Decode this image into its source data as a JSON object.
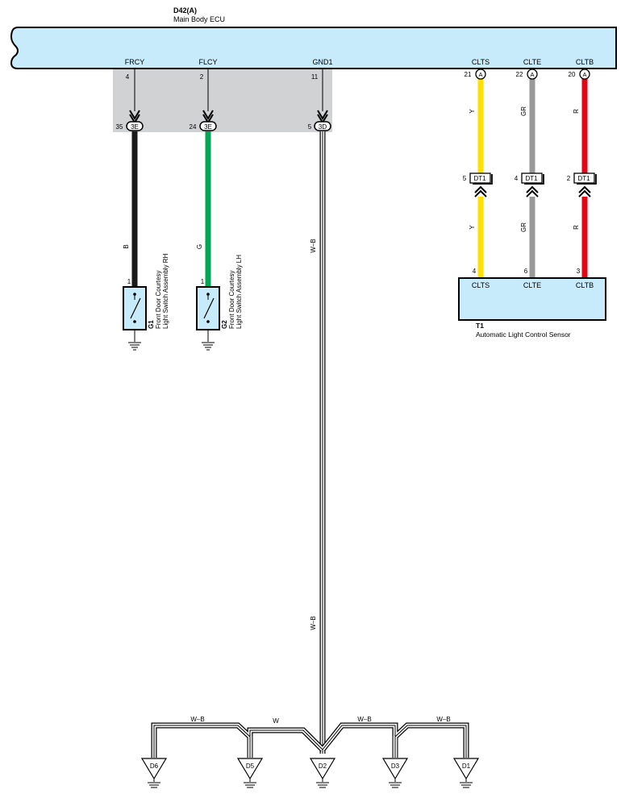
{
  "ecu": {
    "code": "D42(A)",
    "name": "Main Body ECU",
    "pins": [
      {
        "label": "FRCY",
        "num": "4"
      },
      {
        "label": "FLCY",
        "num": "2"
      },
      {
        "label": "GND1",
        "num": "11"
      },
      {
        "label": "CLTS",
        "num": "21",
        "conn": "A"
      },
      {
        "label": "CLTE",
        "num": "22",
        "conn": "A"
      },
      {
        "label": "CLTB",
        "num": "20",
        "conn": "A"
      }
    ]
  },
  "junctions": [
    {
      "num": "35",
      "id": "3E"
    },
    {
      "num": "24",
      "id": "3E"
    },
    {
      "num": "5",
      "id": "3D"
    }
  ],
  "wires": {
    "frcy": {
      "code": "B",
      "color": "#1a1a1a"
    },
    "flcy": {
      "code": "G",
      "color": "#00a651"
    },
    "gnd1": {
      "code": "W–B",
      "code2": "W–B"
    },
    "clts": {
      "code": "Y",
      "code2": "Y",
      "color": "#ffe000"
    },
    "clte": {
      "code": "GR",
      "code2": "GR",
      "color": "#999999"
    },
    "cltb": {
      "code": "R",
      "code2": "R",
      "color": "#e30613"
    }
  },
  "dt1": [
    {
      "num": "5",
      "id": "DT1",
      "bottom": "4"
    },
    {
      "num": "4",
      "id": "DT1",
      "bottom": "6"
    },
    {
      "num": "2",
      "id": "DT1",
      "bottom": "3"
    }
  ],
  "switches": [
    {
      "code": "G1",
      "line1": "Front Door Courtesy",
      "line2": "Light Switch Assembly RH",
      "pin": "1"
    },
    {
      "code": "G2",
      "line1": "Front Door Courtesy",
      "line2": "Light Switch Assembly LH",
      "pin": "1"
    }
  ],
  "sensor": {
    "code": "T1",
    "name": "Automatic Light Control Sensor",
    "pins": [
      "CLTS",
      "CLTE",
      "CLTB"
    ]
  },
  "ground_bus": {
    "labels": [
      "W–B",
      "W",
      "W–B",
      "W–B"
    ],
    "points": [
      "D6",
      "D5",
      "D2",
      "D3",
      "D1"
    ]
  },
  "colors": {
    "ecu_fill": "#c8ebfb",
    "gray_zone": "#d1d2d4",
    "component_fill": "#c8ebfb"
  }
}
